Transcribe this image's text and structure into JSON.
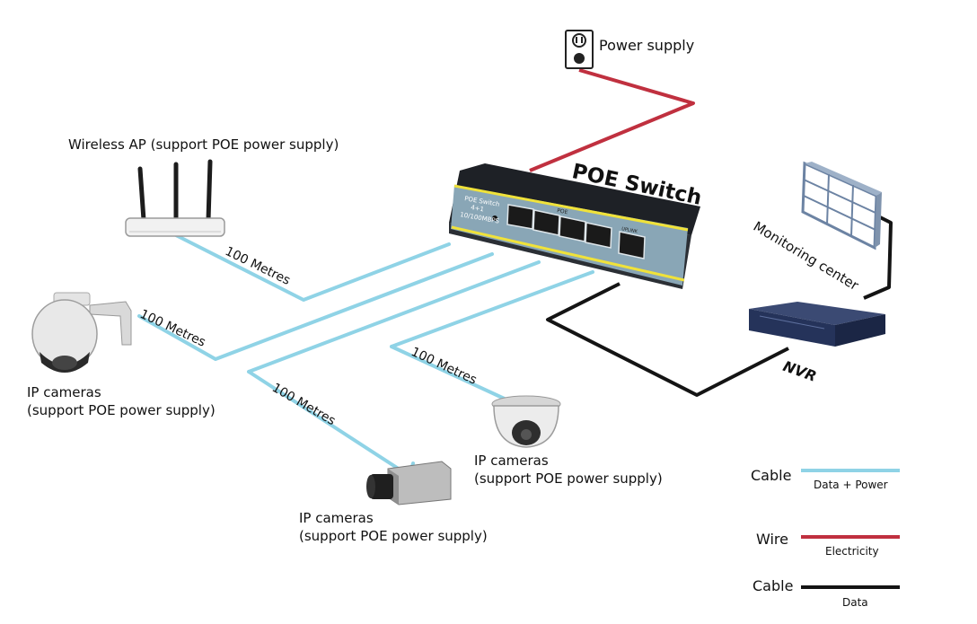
{
  "colors": {
    "cable_data_power": "#8fd3e6",
    "wire_electricity": "#c0303f",
    "cable_data": "#141414",
    "switch_stripe": "#f0e23a",
    "switch_body": "#1e2126",
    "switch_face": "#89a6b6"
  },
  "labels": {
    "power_supply": "Power supply",
    "poe_switch": "POE Switch",
    "wireless_ap": "Wireless AP (support POE power supply)",
    "monitoring_center": "Monitoring center",
    "nvr": "NVR",
    "ip_cameras_left_line1": "IP cameras",
    "ip_cameras_left_line2": "(support POE power supply)",
    "ip_cameras_mid_line1": "IP cameras",
    "ip_cameras_mid_line2": "(support POE power supply)",
    "ip_cameras_bottom_line1": "IP cameras",
    "ip_cameras_bottom_line2": "(support POE power supply)"
  },
  "distances": {
    "ap": "100 Metres",
    "ptz_camera": "100 Metres",
    "box_camera": "100 Metres",
    "dome_camera": "100 Metres"
  },
  "switch_panel": {
    "model_line1": "POE Switch",
    "model_line2": "4+1",
    "model_line3": "10/100MBPS",
    "poe_label": "POE",
    "uplink_label": "UPLINK"
  },
  "legend": [
    {
      "key": "Cable",
      "desc": "Data + Power",
      "color_ref": "cable_data_power"
    },
    {
      "key": "Wire",
      "desc": "Electricity",
      "color_ref": "wire_electricity"
    },
    {
      "key": "Cable",
      "desc": "Data",
      "color_ref": "cable_data"
    }
  ],
  "icons": [
    "power-outlet-icon",
    "poe-switch-icon",
    "wireless-router-icon",
    "ptz-camera-icon",
    "dome-camera-icon",
    "box-camera-icon",
    "monitor-wall-icon",
    "nvr-recorder-icon"
  ]
}
